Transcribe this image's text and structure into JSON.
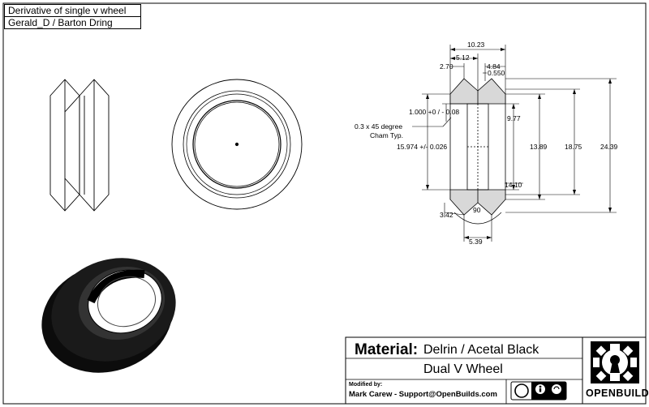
{
  "header": {
    "title": "Derivative of single v wheel",
    "author": "Gerald_D / Barton Dring"
  },
  "dimensions": {
    "overall_width": "10.23",
    "half_width": "5.12",
    "chamfer_left": "2.70",
    "chamfer_right": "4.84",
    "groove_gap": "0.550",
    "bore_dia": "1.000 +0 / - 0.08",
    "chamfer_note_line1": "0.3 x 45 degree",
    "chamfer_note_line2": "Cham Typ.",
    "hub_dia": "15.974 +/- 0.026",
    "inner_a": "9.77",
    "inner_b": "13.89",
    "inner_c": "18.75",
    "outer_dia": "24.39",
    "inner_d": "14.10",
    "angle": "90",
    "v_depth": "3.42",
    "v_width": "5.39"
  },
  "title_block": {
    "material_label": "Material:",
    "material_value": "Delrin / Acetal  Black",
    "part_name": "Dual V Wheel",
    "modified_label": "Modified by:",
    "modified_value": "Mark Carew - Support@OpenBuilds.com",
    "brand": "OPENBUILDS"
  }
}
